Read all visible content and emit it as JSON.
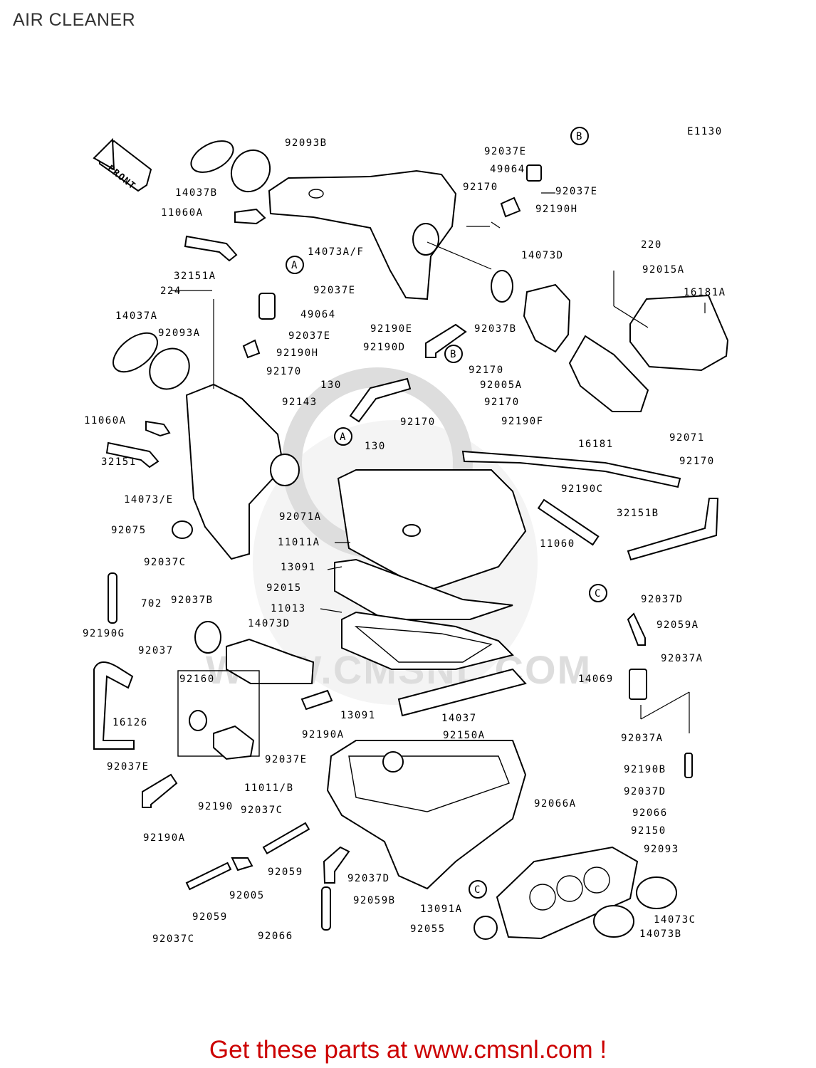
{
  "page": {
    "title": "AIR CLEANER",
    "figure_code": "E1130"
  },
  "front_arrow": {
    "label": "FRONT"
  },
  "watermark": {
    "text": "WWW.CMSNL.COM"
  },
  "colors": {
    "footer": "#cc0000",
    "lines": "#000000",
    "background": "#ffffff"
  },
  "footer": {
    "text": "Get these parts at www.cmsnl.com !"
  },
  "callouts": [
    {
      "id": "B",
      "label": "B"
    },
    {
      "id": "A",
      "label": "A"
    },
    {
      "id": "B2",
      "label": "B"
    },
    {
      "id": "A2",
      "label": "A"
    },
    {
      "id": "C",
      "label": "C"
    },
    {
      "id": "C2",
      "label": "C"
    }
  ],
  "parts": [
    {
      "id": "p01",
      "label": "92093B"
    },
    {
      "id": "p02",
      "label": "14037B"
    },
    {
      "id": "p03",
      "label": "11060A"
    },
    {
      "id": "p04",
      "label": "14073A/F"
    },
    {
      "id": "p05",
      "label": "32151A"
    },
    {
      "id": "p06",
      "label": "224"
    },
    {
      "id": "p07",
      "label": "92037E"
    },
    {
      "id": "p08",
      "label": "49064"
    },
    {
      "id": "p09",
      "label": "92037E"
    },
    {
      "id": "p10",
      "label": "92190H"
    },
    {
      "id": "p11",
      "label": "92170"
    },
    {
      "id": "p12",
      "label": "14037A"
    },
    {
      "id": "p13",
      "label": "92093A"
    },
    {
      "id": "p14",
      "label": "92143"
    },
    {
      "id": "p15",
      "label": "130"
    },
    {
      "id": "p16",
      "label": "11060A"
    },
    {
      "id": "p17",
      "label": "32151"
    },
    {
      "id": "p18",
      "label": "14073/E"
    },
    {
      "id": "p19",
      "label": "92071A"
    },
    {
      "id": "p20",
      "label": "92075"
    },
    {
      "id": "p21",
      "label": "92037C"
    },
    {
      "id": "p22",
      "label": "11011A"
    },
    {
      "id": "p23",
      "label": "13091"
    },
    {
      "id": "p24",
      "label": "92015"
    },
    {
      "id": "p25",
      "label": "702"
    },
    {
      "id": "p26",
      "label": "92037B"
    },
    {
      "id": "p27",
      "label": "11013"
    },
    {
      "id": "p28",
      "label": "14073D"
    },
    {
      "id": "p29",
      "label": "92190G"
    },
    {
      "id": "p30",
      "label": "92037"
    },
    {
      "id": "p31",
      "label": "92160"
    },
    {
      "id": "p32",
      "label": "16126"
    },
    {
      "id": "p33",
      "label": "92037E"
    },
    {
      "id": "p34",
      "label": "92190A"
    },
    {
      "id": "p35",
      "label": "92037E"
    },
    {
      "id": "p36",
      "label": "13091"
    },
    {
      "id": "p37",
      "label": "14037"
    },
    {
      "id": "p38",
      "label": "92190A"
    },
    {
      "id": "p39",
      "label": "92190"
    },
    {
      "id": "p40",
      "label": "11011/B"
    },
    {
      "id": "p41",
      "label": "92037C"
    },
    {
      "id": "p42",
      "label": "92059"
    },
    {
      "id": "p43",
      "label": "92037D"
    },
    {
      "id": "p44",
      "label": "92005"
    },
    {
      "id": "p45",
      "label": "92059"
    },
    {
      "id": "p46",
      "label": "92037C"
    },
    {
      "id": "p47",
      "label": "92059B"
    },
    {
      "id": "p48",
      "label": "92066"
    },
    {
      "id": "p49",
      "label": "13091A"
    },
    {
      "id": "p50",
      "label": "92055"
    },
    {
      "id": "p51",
      "label": "92037E"
    },
    {
      "id": "p52",
      "label": "49064"
    },
    {
      "id": "p53",
      "label": "92170"
    },
    {
      "id": "p54",
      "label": "92037E"
    },
    {
      "id": "p55",
      "label": "92190H"
    },
    {
      "id": "p56",
      "label": "14073D"
    },
    {
      "id": "p57",
      "label": "92037B"
    },
    {
      "id": "p58",
      "label": "220"
    },
    {
      "id": "p59",
      "label": "92015A"
    },
    {
      "id": "p60",
      "label": "16181A"
    },
    {
      "id": "p61",
      "label": "92190E"
    },
    {
      "id": "p62",
      "label": "92190D"
    },
    {
      "id": "p63",
      "label": "92170"
    },
    {
      "id": "p64",
      "label": "92005A"
    },
    {
      "id": "p65",
      "label": "92170"
    },
    {
      "id": "p66",
      "label": "92170"
    },
    {
      "id": "p67",
      "label": "92190F"
    },
    {
      "id": "p68",
      "label": "16181"
    },
    {
      "id": "p69",
      "label": "92071"
    },
    {
      "id": "p70",
      "label": "130"
    },
    {
      "id": "p71",
      "label": "92170"
    },
    {
      "id": "p72",
      "label": "92190C"
    },
    {
      "id": "p73",
      "label": "32151B"
    },
    {
      "id": "p74",
      "label": "11060"
    },
    {
      "id": "p75",
      "label": "92037D"
    },
    {
      "id": "p76",
      "label": "92059A"
    },
    {
      "id": "p77",
      "label": "92037A"
    },
    {
      "id": "p78",
      "label": "14069"
    },
    {
      "id": "p79",
      "label": "92150A"
    },
    {
      "id": "p80",
      "label": "92037A"
    },
    {
      "id": "p81",
      "label": "92190B"
    },
    {
      "id": "p82",
      "label": "92037D"
    },
    {
      "id": "p83",
      "label": "92066A"
    },
    {
      "id": "p84",
      "label": "92066"
    },
    {
      "id": "p85",
      "label": "92150"
    },
    {
      "id": "p86",
      "label": "92093"
    },
    {
      "id": "p87",
      "label": "14073C"
    },
    {
      "id": "p88",
      "label": "14073B"
    }
  ]
}
